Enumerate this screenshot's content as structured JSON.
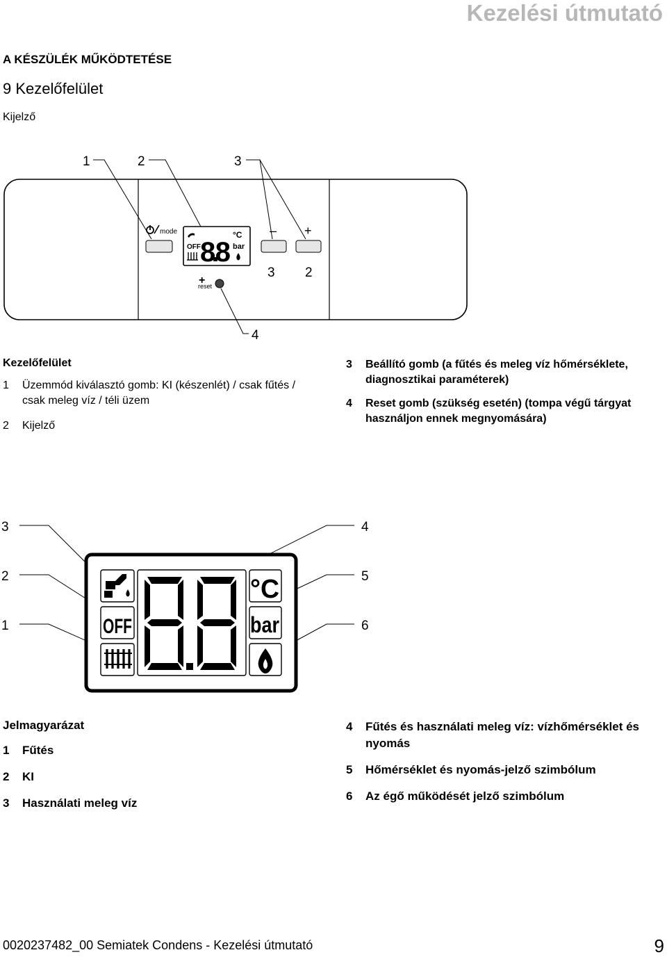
{
  "header": {
    "title": "Kezelési útmutató"
  },
  "section": {
    "kicker": "A KÉSZÜLÉK MŰKÖDTETÉSE",
    "title": "9 Kezelőfelület",
    "subtitle": "Kijelző"
  },
  "panel_diagram": {
    "callouts_top": [
      "1",
      "2",
      "3"
    ],
    "callout_bottom": "4",
    "button_labels": {
      "mode": "mode",
      "minus": "–",
      "plus": "+",
      "reset": "reset",
      "minus_num": "3",
      "plus_num": "2"
    },
    "lcd": {
      "digits": "8.8",
      "celsius": "°C",
      "bar": "bar",
      "off": "OFF"
    }
  },
  "caption1": {
    "heading": "Kezelőfelület",
    "items_left": [
      {
        "num": "1",
        "text": "Üzemmód kiválasztó gomb: KI (készenlét) / csak fűtés / csak meleg víz / téli üzem"
      },
      {
        "num": "2",
        "text": "Kijelző"
      }
    ],
    "items_right": [
      {
        "num": "3",
        "text": "Beállító gomb (a fűtés és meleg víz hőmérséklete, diagnosztikai paraméterek)"
      },
      {
        "num": "4",
        "text": "Reset gomb (szükség esetén) (tompa végű tárgyat használjon ennek megnyomására)"
      }
    ]
  },
  "display_diagram": {
    "callouts_left": [
      "3",
      "2",
      "1"
    ],
    "callouts_right": [
      "4",
      "5",
      "6"
    ],
    "off_label": "OFF",
    "celsius": "°C",
    "bar": "bar"
  },
  "legend": {
    "heading": "Jelmagyarázat",
    "items_left": [
      {
        "num": "1",
        "text": "Fűtés"
      },
      {
        "num": "2",
        "text": "KI"
      },
      {
        "num": "3",
        "text": "Használati meleg víz"
      }
    ],
    "items_right": [
      {
        "num": "4",
        "text": "Fűtés és használati meleg víz: vízhőmérséklet és nyomás"
      },
      {
        "num": "5",
        "text": "Hőmérséklet és nyomás-jelző szimbólum"
      },
      {
        "num": "6",
        "text": "Az égő működését jelző szimbólum"
      }
    ]
  },
  "footer": {
    "doc": "0020237482_00 Semiatek Condens - Kezelési útmutató",
    "page": "9"
  }
}
